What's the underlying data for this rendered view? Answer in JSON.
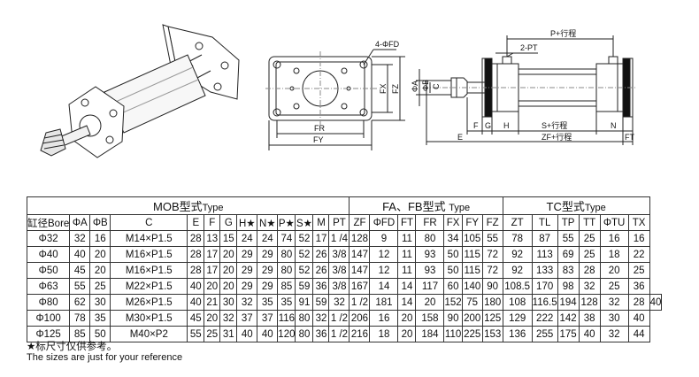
{
  "drawing_labels": {
    "flange_hole": "4-ΦFD",
    "fr": "FR",
    "fy": "FY",
    "fx": "FX",
    "fz": "FZ",
    "p_stroke": "P+行程",
    "pt": "2-PT",
    "phi_a": "ΦA",
    "phi_b": "ΦB",
    "c": "C",
    "e": "E",
    "f": "F",
    "g": "G",
    "h": "H",
    "s_stroke": "S+行程",
    "n": "N",
    "zf_stroke": "ZF+行程",
    "ft": "FT"
  },
  "table": {
    "groups": {
      "mob": {
        "main": "MOB型式",
        "sub": "Type"
      },
      "fa": {
        "main": "FA、FB型式",
        "sub": "Type"
      },
      "tc": {
        "main": "TC型式",
        "sub": "Type"
      }
    },
    "headers": [
      "缸径Bore",
      "ΦA",
      "ΦB",
      "C",
      "E",
      "F",
      "G",
      "H★",
      "N★",
      "P★",
      "S★",
      "M",
      "PT",
      "ZF",
      "ΦFD",
      "FT",
      "FR",
      "FX",
      "FY",
      "FZ",
      "ZT",
      "TL",
      "TP",
      "TT",
      "ΦTU",
      "TX"
    ],
    "rows": [
      [
        "Φ32",
        "32",
        "16",
        "M14×P1.5",
        "28",
        "13",
        "15",
        "24",
        "24",
        "74",
        "52",
        "17",
        "1 /4",
        "128",
        "9",
        "11",
        "80",
        "34",
        "105",
        "55",
        "78",
        "87",
        "55",
        "25",
        "16",
        "16"
      ],
      [
        "Φ40",
        "40",
        "20",
        "M16×P1.5",
        "28",
        "17",
        "20",
        "29",
        "29",
        "80",
        "52",
        "26",
        "3/8",
        "147",
        "12",
        "11",
        "93",
        "50",
        "115",
        "72",
        "92",
        "113",
        "69",
        "25",
        "18",
        "22"
      ],
      [
        "Φ50",
        "45",
        "20",
        "M16×P1.5",
        "28",
        "17",
        "20",
        "29",
        "29",
        "80",
        "52",
        "26",
        "3/8",
        "147",
        "12",
        "11",
        "93",
        "50",
        "115",
        "72",
        "92",
        "133",
        "83",
        "28",
        "20",
        "25"
      ],
      [
        "Φ63",
        "55",
        "25",
        "M22×P1.5",
        "40",
        "20",
        "20",
        "29",
        "29",
        "85",
        "59",
        "36",
        "3/8",
        "167",
        "14",
        "14",
        "117",
        "60",
        "140",
        "90",
        "108.5",
        "170",
        "98",
        "32",
        "25",
        "36"
      ],
      [
        "Φ80",
        "62",
        "30",
        "M26×P1.5",
        "40",
        "21",
        "30",
        "32",
        "35",
        "35",
        "91",
        "59",
        "32",
        "1 /2",
        "181",
        "14",
        "20",
        "152",
        "75",
        "180",
        "108",
        "116.5",
        "194",
        "128",
        "32",
        "28",
        "40"
      ],
      [
        "Φ100",
        "78",
        "35",
        "M30×P1.5",
        "45",
        "20",
        "32",
        "37",
        "37",
        "116",
        "80",
        "32",
        "1 /2",
        "206",
        "16",
        "20",
        "158",
        "90",
        "200",
        "125",
        "129",
        "222",
        "142",
        "38",
        "30",
        "40"
      ],
      [
        "Φ125",
        "85",
        "50",
        "M40×P2",
        "55",
        "25",
        "31",
        "40",
        "40",
        "120",
        "80",
        "36",
        "1 /2",
        "216",
        "18",
        "20",
        "184",
        "110",
        "225",
        "153",
        "136",
        "255",
        "175",
        "40",
        "32",
        "44"
      ]
    ]
  },
  "notes": {
    "zh": "★标尺寸仅供参考。",
    "en": "The sizes are just for your reference"
  }
}
